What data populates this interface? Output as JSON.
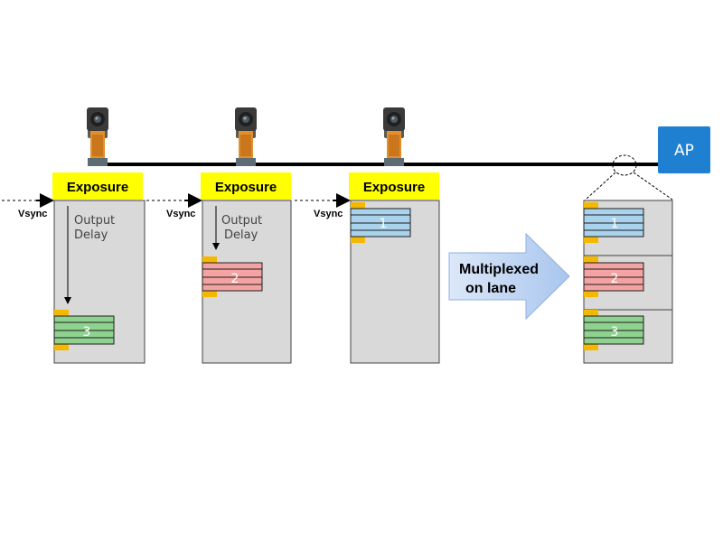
{
  "exposure_label": "Exposure",
  "vsync_label": "Vsync",
  "output_delay": [
    "Output",
    "Delay"
  ],
  "frame_numbers": [
    "3",
    "2",
    "1"
  ],
  "multiplexed_numbers": [
    "1",
    "2",
    "3"
  ],
  "arrow_text": [
    "Multiplexed",
    "on lane"
  ],
  "ap_label": "AP",
  "colors": {
    "exposure_bg": "#ffff00",
    "panel_bg": "#d9d9d9",
    "frame_green": "#8fd18f",
    "frame_red": "#f4a3a3",
    "frame_blue": "#a9d3ec",
    "marker_orange": "#f5b800",
    "ap_blue": "#1f7fd1",
    "arrow_fill": "#bcd3f2"
  }
}
